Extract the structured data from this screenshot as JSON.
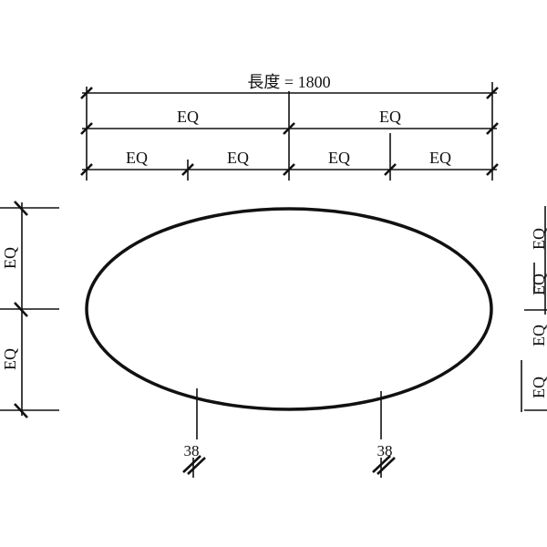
{
  "drawing": {
    "overall_length_label": "長度 = 1800",
    "half_label": "EQ",
    "quarter_label": "EQ",
    "left_labels": [
      "EQ",
      "EQ"
    ],
    "right_labels": [
      "EQ",
      "EQ",
      "EQ",
      "EQ"
    ],
    "leader_labels": [
      "38",
      "38"
    ],
    "line_color": "#111111"
  }
}
